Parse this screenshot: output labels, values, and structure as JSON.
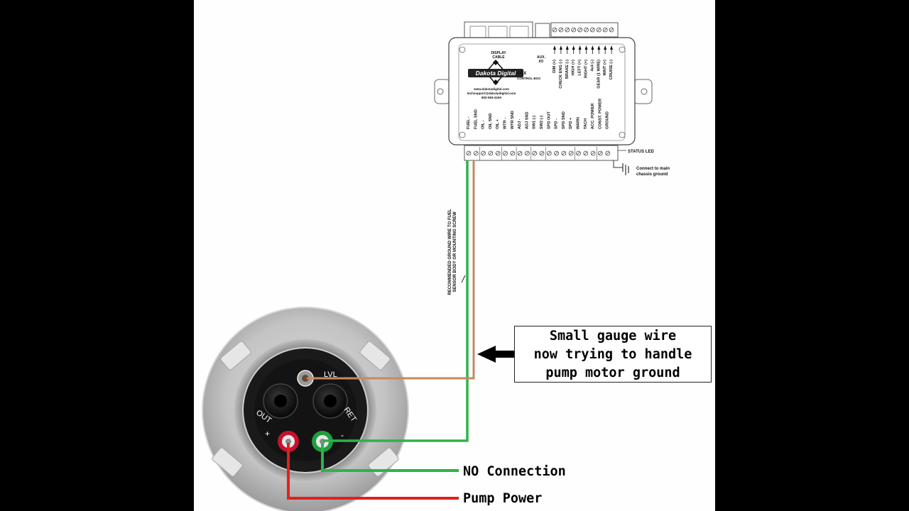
{
  "control_box": {
    "brand": "Dakota Digital",
    "model": "VHX",
    "subtitle": "CONTROL BOX",
    "website": "www.dakotadigital.com",
    "email": "techsupport@dakotadigital.com",
    "phone": "800-593-4160",
    "display_cable": [
      "DISPLAY",
      "CABLE"
    ],
    "aux_io": [
      "AUX.",
      "I/O"
    ],
    "top_terminals": [
      "DIM (+)",
      "CHECK ENG (-)",
      "BRAKE (-)",
      "HIGH (+)",
      "LEFT (+)",
      "RIGHT (+)",
      "4x4 (-)",
      "GEAR (1 WIRE)",
      "WAIT (+)",
      "CRUISE (-)"
    ],
    "bottom_terminals": [
      "FUEL -",
      "FUEL SND",
      "OIL -",
      "OIL SND",
      "OIL +",
      "WTR -",
      "WTR SND",
      "ADJ -",
      "ADJ SND",
      "SW1 (-)",
      "SW2 (-)",
      "SPD OUT",
      "SPD -",
      "SPD SND",
      "SPD +",
      "WARN",
      "TACH",
      "ACC. POWER",
      "CONST. POWER",
      "GROUND"
    ],
    "status_led": "STATUS LED",
    "ground_note": [
      "Connect to main",
      "chassis ground"
    ]
  },
  "ground_wire_note": [
    "RECOMMENDED GROUND WIRE TO FUEL",
    "SENSOR BODY OR MOUNTING SCREW"
  ],
  "sender": {
    "lvl": "LVL",
    "out": "OUT",
    "ret": "RET",
    "plus": "+",
    "minus": "-"
  },
  "callout": {
    "lines": [
      "Small gauge wire",
      "now trying to handle",
      "pump motor ground"
    ]
  },
  "labels": {
    "no_connection": "NO Connection",
    "pump_power": "Pump Power"
  },
  "colors": {
    "green_wire": "#2db34a",
    "brown_wire": "#c48a62",
    "red_wire": "#e02020"
  }
}
